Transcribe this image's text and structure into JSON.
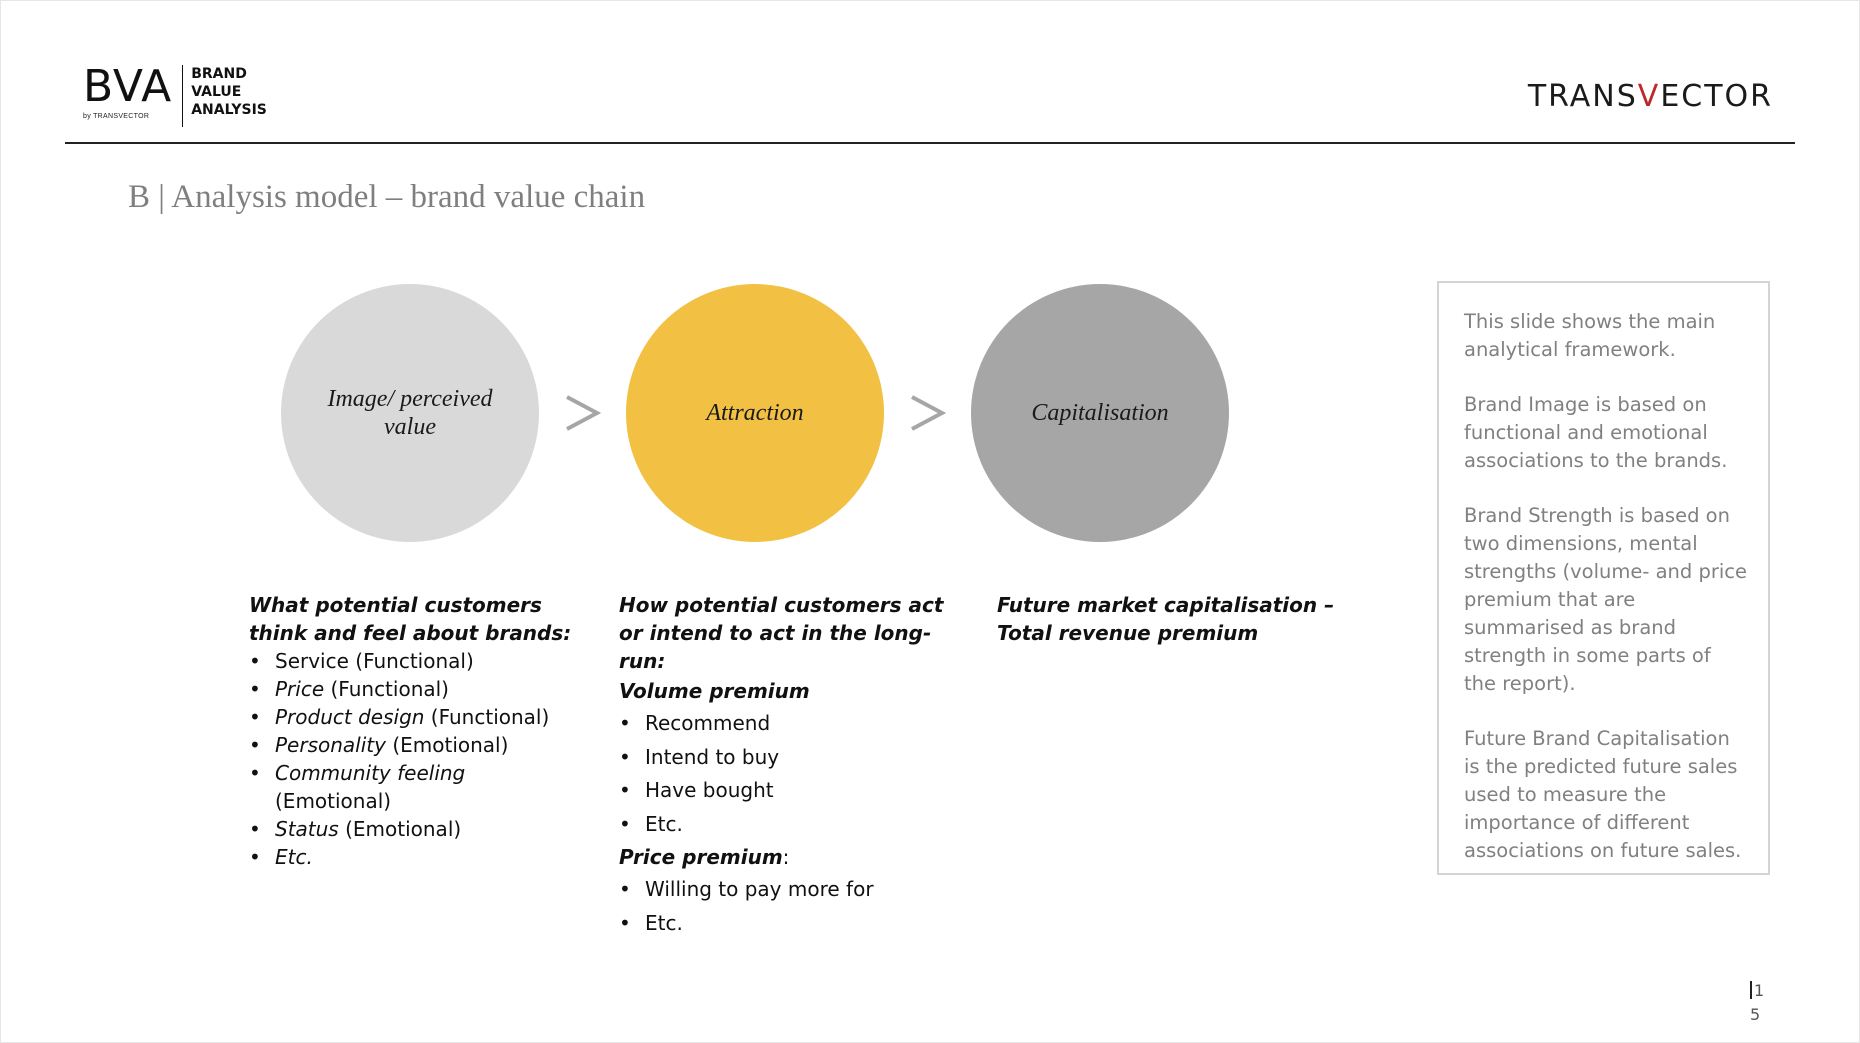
{
  "header": {
    "bva_letters": "BVA",
    "bva_byline": "by TRANSVECTOR",
    "bva_words": [
      "BRAND",
      "VALUE",
      "ANALYSIS"
    ],
    "company_logo": {
      "pre": "TRANS",
      "accent": "V",
      "post": "ECTOR",
      "accent_color": "#c0272d"
    }
  },
  "title": "B | Analysis model – brand value chain",
  "chain": [
    {
      "label": "Image/ perceived value",
      "color": "#d9d9d9"
    },
    {
      "label": "Attraction",
      "color": "#f2c143"
    },
    {
      "label": "Capitalisation",
      "color": "#a6a6a6"
    }
  ],
  "col1": {
    "heading": "What potential customers think and feel about brands:",
    "items": [
      {
        "em": "",
        "plain": "Service (Functional)"
      },
      {
        "em": "Price",
        "plain": " (Functional)"
      },
      {
        "em": "Product design",
        "plain": " (Functional)"
      },
      {
        "em": "Personality",
        "plain": " (Emotional)"
      },
      {
        "em": "Community feeling",
        "plain": " (Emotional)"
      },
      {
        "em": "Status",
        "plain": " (Emotional)"
      },
      {
        "em": "Etc.",
        "plain": ""
      }
    ]
  },
  "col2": {
    "heading": "How potential customers act or intend to act in the long-run:",
    "volume_label": "Volume premium",
    "volume_items": [
      "Recommend",
      "Intend to buy",
      "Have bought",
      "Etc."
    ],
    "price_label": "Price premium",
    "price_colon": ":",
    "price_items": [
      "Willing to pay more for",
      "Etc."
    ]
  },
  "col3": {
    "heading": "Future market capitalisation – Total revenue premium"
  },
  "note": {
    "paragraphs": [
      "This slide shows the main analytical framework.",
      "Brand Image is based on functional and emotional associations to the brands.",
      "Brand Strength is based on two dimensions, mental strengths (volume- and price premium that are summarised as brand strength in some parts of the report).",
      "Future Brand Capitalisation is the predicted future sales used to measure the importance of different associations on future sales."
    ]
  },
  "page_number": "1\n5"
}
